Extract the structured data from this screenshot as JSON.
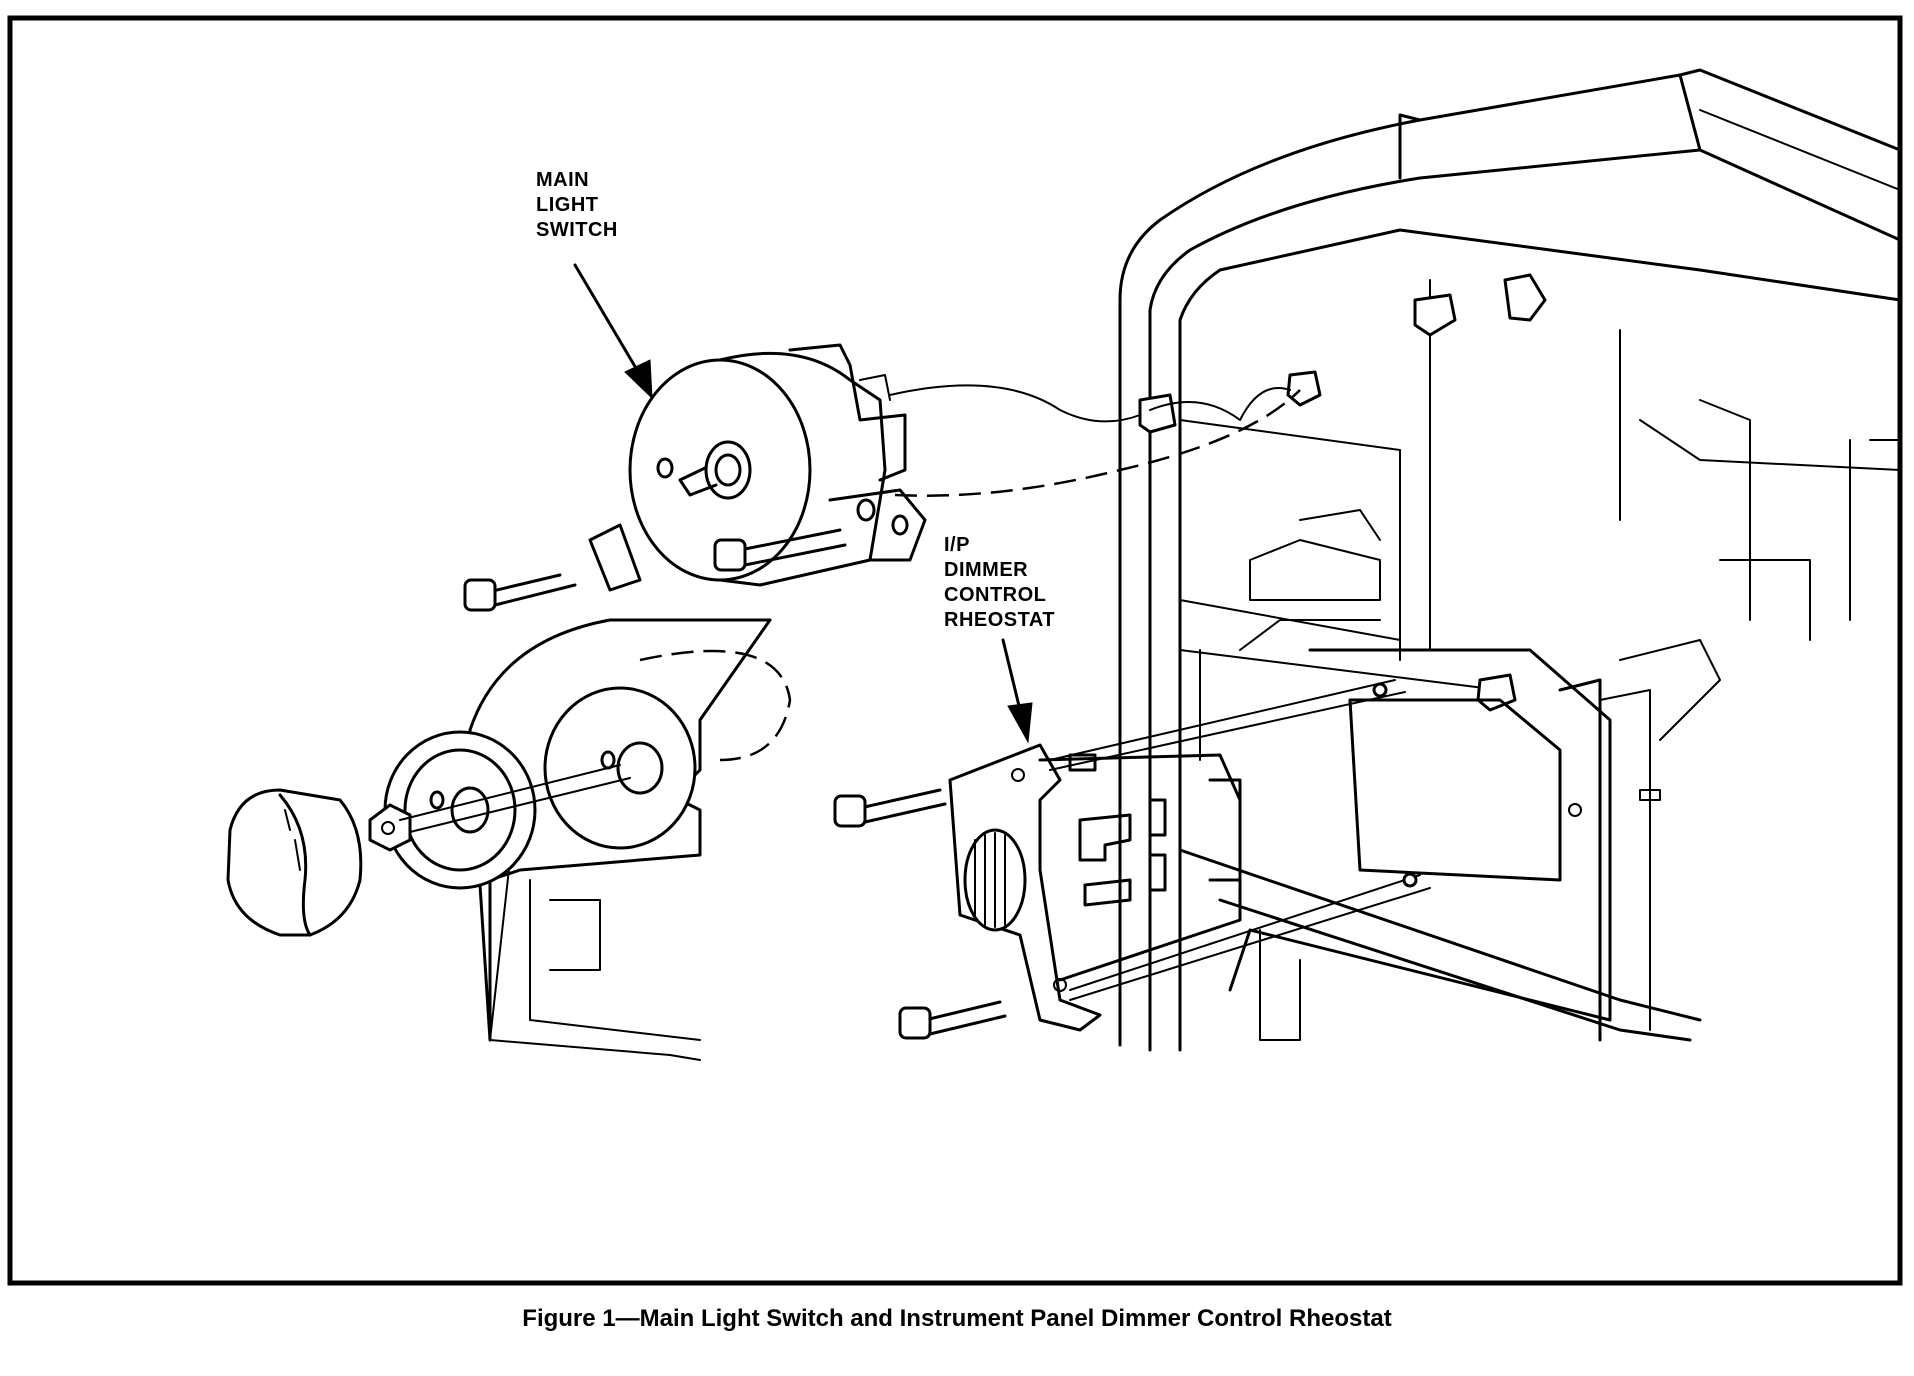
{
  "labels": {
    "main_light_switch": [
      "MAIN",
      "LIGHT",
      "SWITCH"
    ],
    "dimmer_rheostat": [
      "I/P",
      "DIMMER",
      "CONTROL",
      "RHEOSTAT"
    ]
  },
  "caption": "Figure 1—Main Light Switch and Instrument Panel Dimmer Control Rheostat",
  "colors": {
    "ink": "#000000",
    "paper": "#ffffff"
  }
}
